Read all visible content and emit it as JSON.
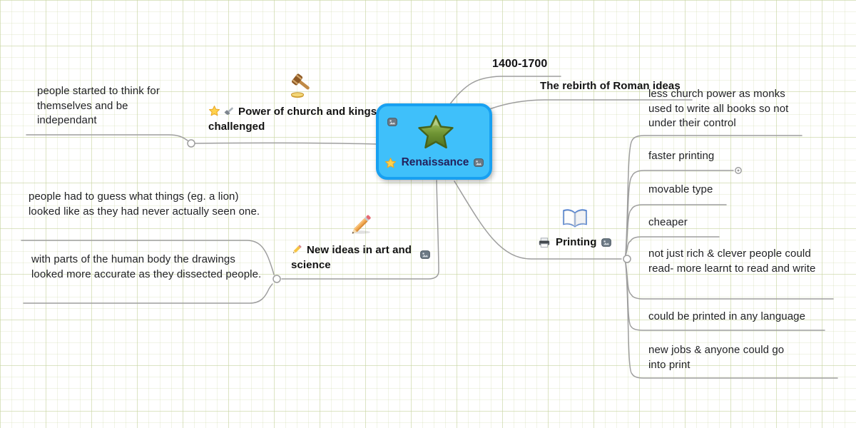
{
  "colors": {
    "node_fill": "#3fc0fa",
    "node_border": "#18a0f1",
    "node_text": "#23215c",
    "connector": "#9e9e9e",
    "text": "#1f2023"
  },
  "root": {
    "label": "Renaissance",
    "emblem": "green-star",
    "bullet_icon": "gold-star",
    "attachment_icon": "image-badge"
  },
  "branches": {
    "dates": {
      "label": "1400-1700"
    },
    "rebirth": {
      "label": "The rebirth of Roman ideas"
    },
    "power": {
      "label": "Power of church and kings challenged",
      "bullet_icons": [
        "gold-star",
        "hammer"
      ],
      "emblem": "gavel",
      "children": {
        "independent": {
          "label": "people started to think for themselves and be independant"
        }
      }
    },
    "art": {
      "label": "New ideas in art and science",
      "bullet_icons": [
        "pencil"
      ],
      "emblem": "pencil-large",
      "attachment_icon": "image-badge",
      "children": {
        "guess": {
          "label": "people had to guess what things (eg. a lion) looked like as they had never actually seen one."
        },
        "dissect": {
          "label": "with parts of the human body the drawings looked more accurate as they dissected people."
        }
      }
    },
    "printing": {
      "label": "Printing",
      "bullet_icons": [
        "printer"
      ],
      "emblem": "open-book",
      "attachment_icon": "image-badge",
      "children": {
        "church": {
          "label": "less church power as monks used to write all books so not under their control"
        },
        "faster": {
          "label": "faster printing"
        },
        "movable": {
          "label": "movable type"
        },
        "cheaper": {
          "label": "cheaper"
        },
        "literacy": {
          "label": "not just rich & clever people could read- more learnt to read and write"
        },
        "language": {
          "label": "could be printed in any language"
        },
        "jobs": {
          "label": "new jobs & anyone could go into print"
        }
      }
    }
  }
}
